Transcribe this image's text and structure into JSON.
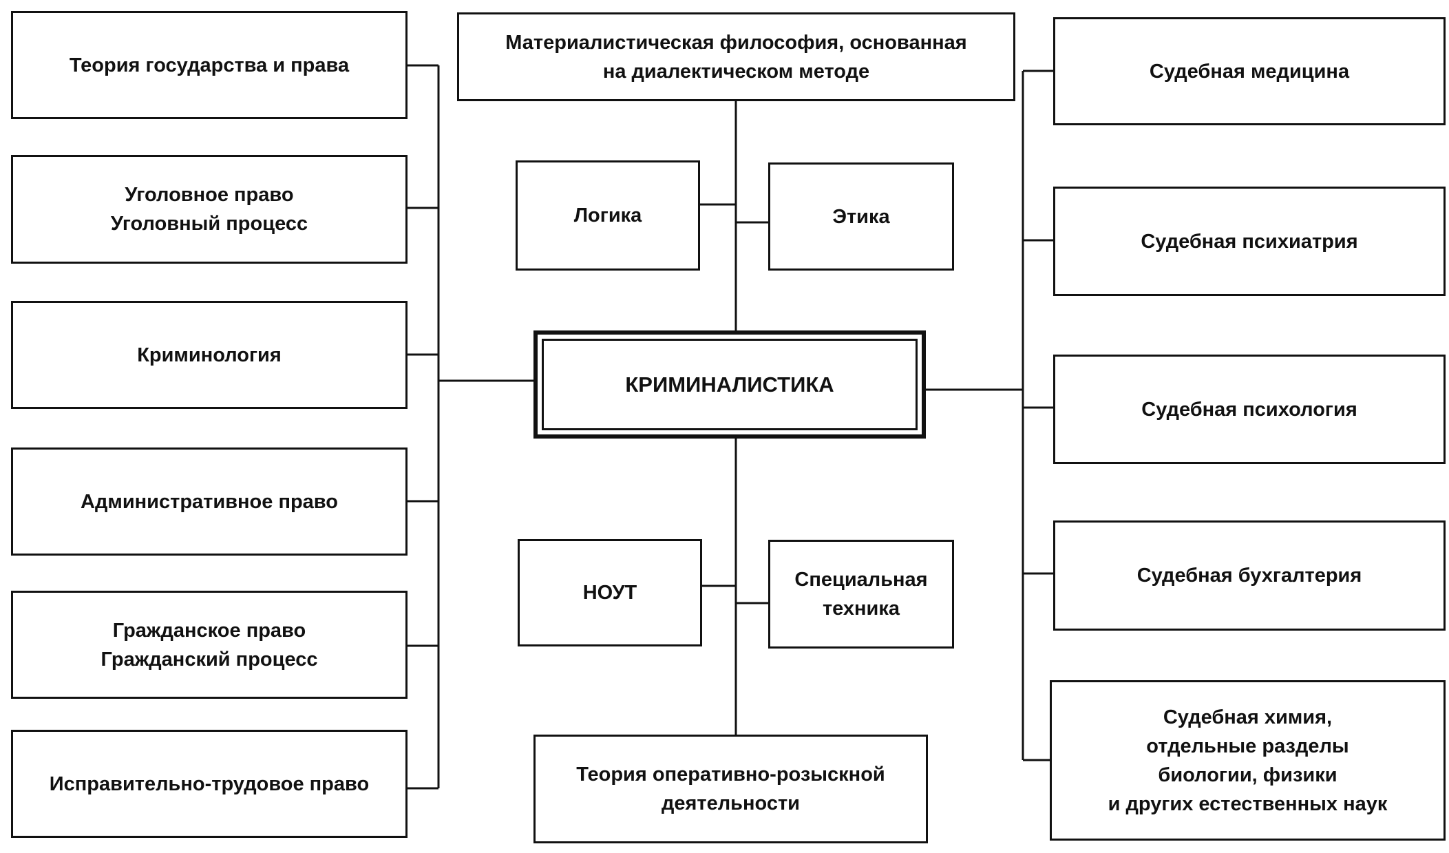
{
  "center": "КРИМИНАЛИСТИКА",
  "top": "Материалистическая философия, основанная\nна диалектическом методе",
  "upper_middle": [
    "Логика",
    "Этика"
  ],
  "lower_middle": [
    "НОУТ",
    "Специальная\nтехника"
  ],
  "bottom": "Теория оперативно-розыскной\nдеятельности",
  "left": [
    "Теория государства и права",
    "Уголовное право\nУголовный процесс",
    "Криминология",
    "Административное право",
    "Гражданское право\nГражданский процесс",
    "Исправительно-трудовое право"
  ],
  "right": [
    "Судебная медицина",
    "Судебная психиатрия",
    "Судебная психология",
    "Судебная бухгалтерия",
    "Судебная химия,\nотдельные разделы\nбиологии, физики\nи других естественных наук"
  ]
}
